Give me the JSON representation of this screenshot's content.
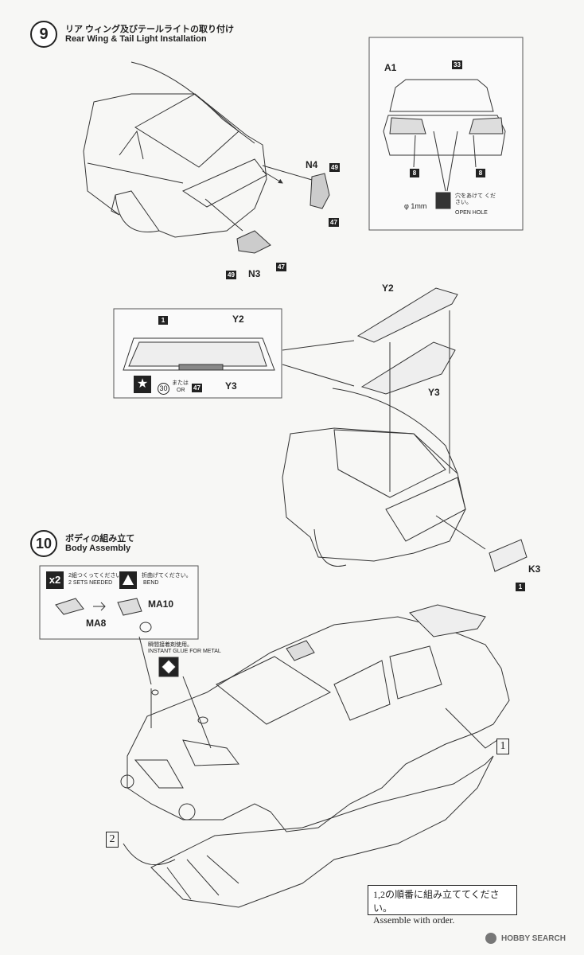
{
  "step9": {
    "number": "9",
    "title_jp": "リア ウィング及びテールライトの取り付け",
    "title_en": "Rear Wing & Tail Light Installation",
    "parts": {
      "n4": "N4",
      "n4_num": "49",
      "n4_num2": "47",
      "n3": "N3",
      "n3_num": "49",
      "n3_num2": "47",
      "y2": "Y2",
      "y3": "Y3",
      "k3": "K3",
      "k3_num": "1"
    },
    "inset_rear": {
      "a1": "A1",
      "num33": "33",
      "num8_left": "8",
      "num8_right": "8",
      "hole_size": "φ 1mm",
      "hole_jp": "穴をあけて ください。",
      "hole_en": "OPEN HOLE"
    },
    "inset_wing": {
      "num1": "1",
      "y2": "Y2",
      "y3": "Y3",
      "paint_a": "30",
      "paint_or_jp": "または",
      "paint_or_en": "OR",
      "paint_b": "47"
    }
  },
  "step10": {
    "number": "10",
    "title_jp": "ボディの組み立て",
    "title_en": "Body Assembly",
    "sets_mult": "x2",
    "sets_jp": "2組つくってください。",
    "sets_en": "2 SETS NEEDED",
    "bend_jp": "折曲げてください。",
    "bend_en": "BEND",
    "ma8": "MA8",
    "ma10": "MA10",
    "glue_jp": "瞬間接着剤使用。",
    "glue_en": "INSTANT GLUE FOR METAL",
    "callout1": "1",
    "callout2": "2",
    "order_jp": "1,2の順番に組み立ててください。",
    "order_en": "Assemble with order."
  },
  "watermark": "HOBBY SEARCH"
}
